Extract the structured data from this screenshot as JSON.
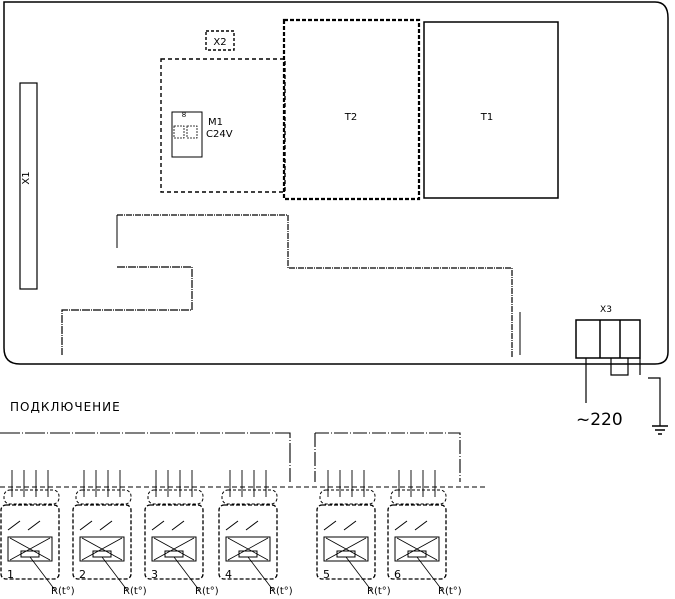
{
  "labels": {
    "x1": "X1",
    "x2": "X2",
    "x3": "X3",
    "m1": "M1",
    "m1_value": "C24V",
    "m1_pin": "8",
    "t1": "T1",
    "t2": "T2",
    "section_title": "ПОДКЛЮЧЕНИЕ",
    "mains": "~220"
  },
  "sensors": [
    {
      "number": "1",
      "label": "R(t°)"
    },
    {
      "number": "2",
      "label": "R(t°)"
    },
    {
      "number": "3",
      "label": "R(t°)"
    },
    {
      "number": "4",
      "label": "R(t°)"
    },
    {
      "number": "5",
      "label": "R(t°)"
    },
    {
      "number": "6",
      "label": "R(t°)"
    }
  ]
}
